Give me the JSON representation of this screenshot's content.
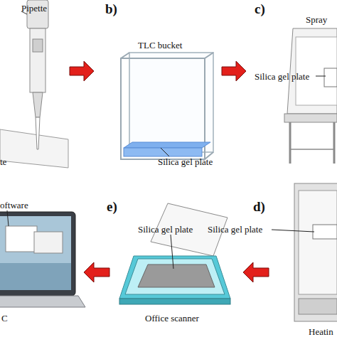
{
  "diagram": {
    "labels": [
      "Pipette",
      "b)",
      "c)",
      "Spray",
      "TLC bucket",
      "Silica gel plate",
      "Silica gel plate",
      "te",
      "oftware",
      "e)",
      "d)",
      "Silica gel plate",
      "Silica gel plate",
      "Office scanner",
      "C",
      "Heatin"
    ]
  }
}
